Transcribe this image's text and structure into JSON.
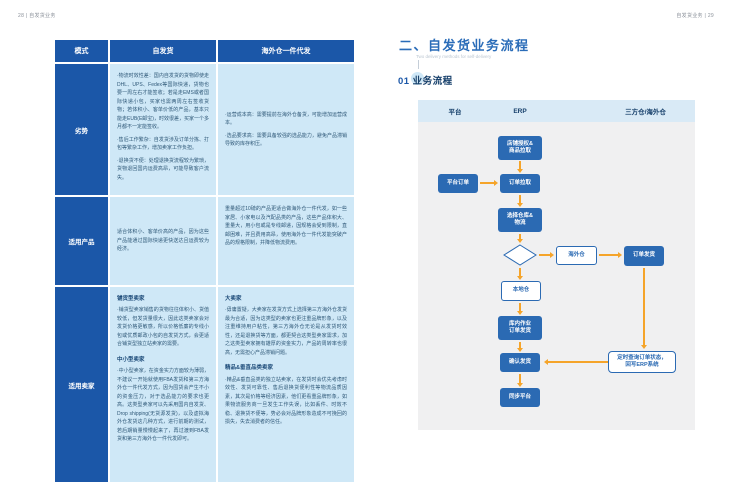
{
  "page_headers": {
    "left": "28 | 自发货业务",
    "right": "自发货业务 | 29"
  },
  "table": {
    "columns": [
      "模式",
      "自发货",
      "海外仓一件代发"
    ],
    "rows": [
      {
        "label": "劣势",
        "self_delivery": [
          "·物流时效性差：国内自发货的货物即使走DHL、UPS、Fedex等国际快递，货物也要一周左右才能签收；若是走EMS或者国际快递小包，买家也需两周左右签收货物；若体积小、客单价低的产品，基本只能走EUB(E邮宝)，时效很差，买家一个多月都不一定能签收。",
          "·售后工作繁杂：自发货涉及订单分拣、打包等繁杂工作，增加卖家工作负担。",
          "·退换货不便：处理退换货流程较为繁琐，货物退回国内运费高昂，可能导致客户流失。"
        ],
        "overseas": [
          "·运营成本高：需要提前在海外仓备货，可能增加运营成本。",
          "·选品要求高：需要具备较强的选品能力，避免产品滞销导致的库存积压。"
        ]
      },
      {
        "label": "适用产品",
        "self_delivery": "适合体积小、客单价高的产品，因为这些产品能通过国际快递更快送达且运费较为经济。",
        "overseas": "重量超过10磅的产品更适合做海外仓一件代发，如一些家居、小家电以及汽配品类的产品，这些产品体积大、重量大，用小包或是专线邮递，因规格会受到限制，直邮困难，并且费用高昂，使用海外仓一件代发能突破产品的规格限制，并降低物流费用。"
      },
      {
        "label": "适用卖家",
        "self_delivery_sections": [
          {
            "heading": "铺货型卖家",
            "body": "·铺货型卖家销售的货物往往体积小、货值较低，但发货量很大，因此这类卖家会对发货价格更敏感，所以价格低廉的专线小包或优质邮政小包的自发货方式，会更适合铺货型独立站卖家的需要。"
          },
          {
            "heading": "中小型卖家",
            "body": "·中小型卖家，在资金实力方面较为薄弱，不建议一开始就使用FBA发货和第三方海外仓一件代发方式，因为囤货会产生不小的资金压力，对于选品能力的要求也更高。这类型卖家可以先采用国内自发货、Drop shipping(无货源发货)，以及虚拟海外仓发货这几种方式，进行前期的测试，若后期销量慢慢起来了，再过渡到FBA发货和第三方海外仓一件代发即可。"
          }
        ],
        "overseas_sections": [
          {
            "heading": "大卖家",
            "body": "·毋庸置疑，大卖家在发货方式上选择第三方海外仓发货最为合适，因为这类型的卖家也更注重品牌形象，以及注重维持用户粘性，第三方海外仓无论是从发货时效性，还是退换货等方面，都更契合这类型卖家需求，加之这类型卖家拥有雄厚的资金实力，产品的周转率也很高，无需担心产品滞销问题。"
          },
          {
            "heading": "精品&垂直品类卖家",
            "body": "·精品&垂直品类的独立站卖家，在发货时会优先考虑时效性、发货可靠性、售后退换货便利性等物流品质因素，其次是价格等经济因素，他们更看重品牌形象，如果物流服务商一旦发生工作失误，比如丢件、时效不稳、退换货不便等，势必会对品牌形象造成不可挽回的损失，失去消费者的信任。"
          }
        ]
      }
    ]
  },
  "flow": {
    "title": "二、自发货业务流程",
    "subtitle": "Two delivery methods for self-delivery",
    "section_number": "01",
    "section_title": "业务流程",
    "columns": [
      "平台",
      "ERP",
      "三方仓/海外仓"
    ],
    "nodes": {
      "shop_auth": [
        "店铺授权&",
        "商品拉取"
      ],
      "platform_order": "平台订单",
      "order_pull": "订单拉取",
      "choose_warehouse": [
        "选择仓库&",
        "物流"
      ],
      "overseas_warehouse": "海外仓",
      "order_ship": "订单发货",
      "local_warehouse": "本地仓",
      "inwarehouse_ops": [
        "库内作业",
        "订单发货"
      ],
      "confirm_ship": "确认发货",
      "sync_platform": "同步平台",
      "query_status": [
        "定时查询订单状态，",
        "回写ERP系统"
      ]
    },
    "colors": {
      "header_blue": "#1b57a8",
      "cell_blue": "#cfe8f7",
      "node_blue": "#2b6ab3",
      "arrow_orange": "#f5a42a",
      "panel_gray": "#f0f0f1"
    }
  }
}
